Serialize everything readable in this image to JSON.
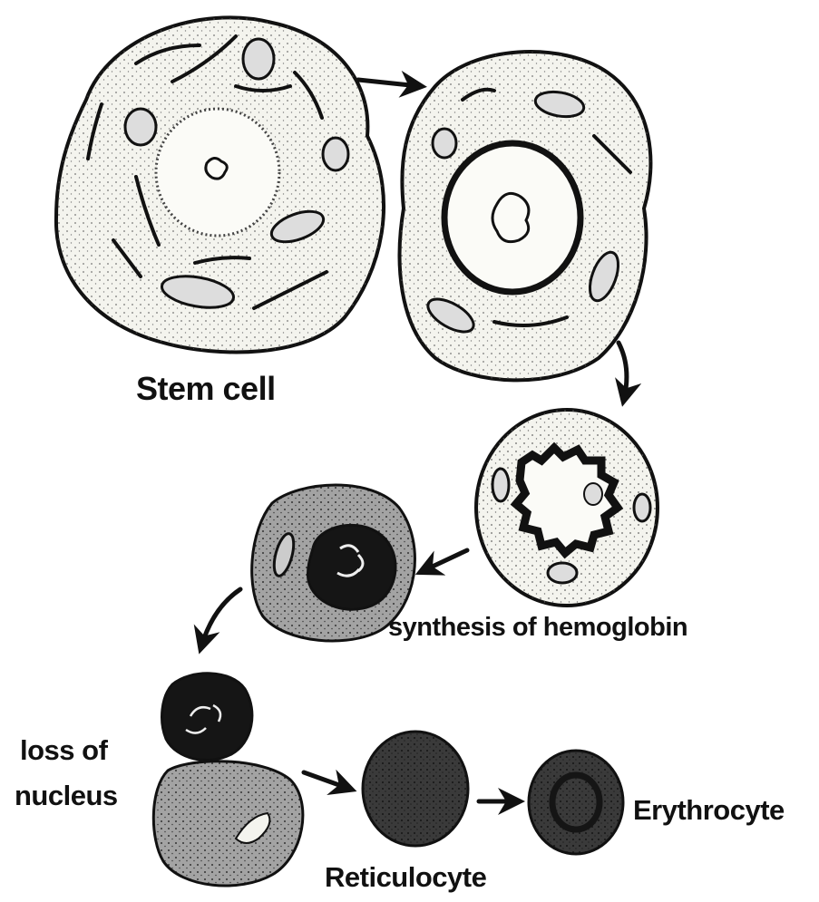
{
  "labels": {
    "stem_cell": "Stem cell",
    "synthesis": "synthesis of hemoglobin",
    "loss_line1": "loss of",
    "loss_line2": "nucleus",
    "reticulocyte": "Reticulocyte",
    "erythrocyte": "Erythrocyte"
  },
  "colors": {
    "outline": "#111111",
    "cytoplasm_light": "#f4f4ee",
    "cytoplasm_gray": "#a8a8a8",
    "nucleus_dark": "#151515",
    "cell_dark": "#3c3c3c"
  }
}
